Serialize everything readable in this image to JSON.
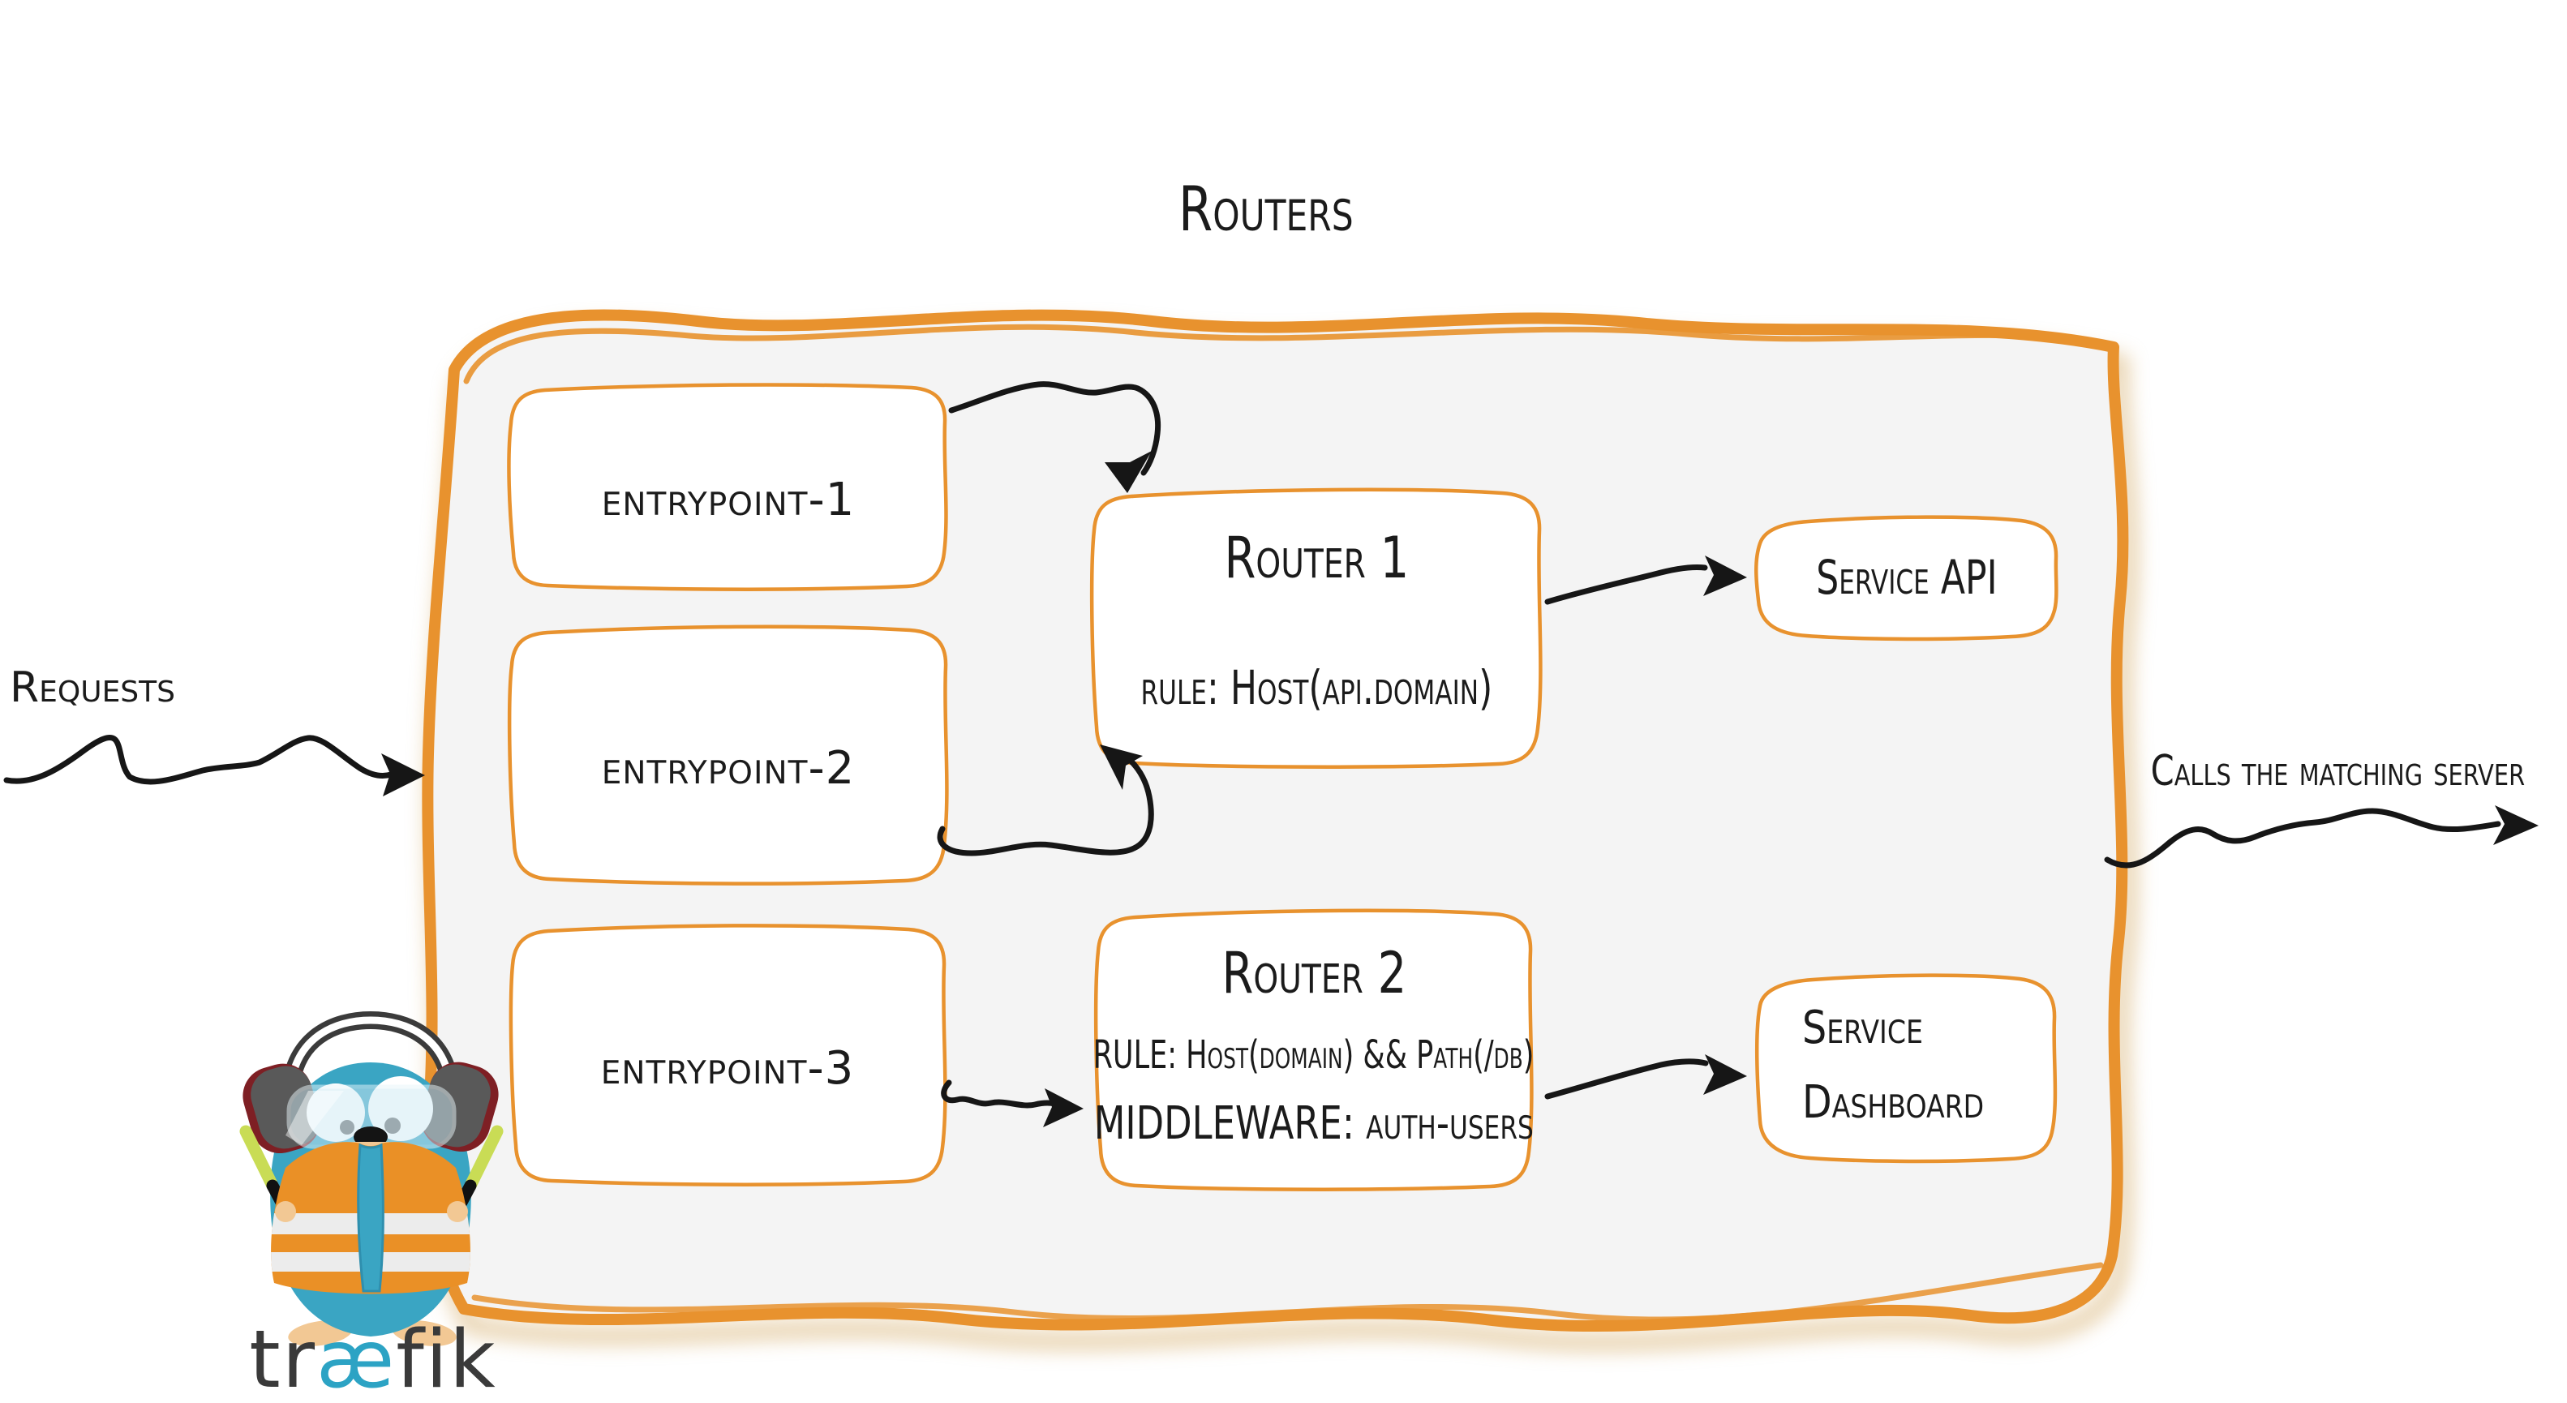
{
  "title": "Routers",
  "annotations": {
    "requests": "Requests",
    "calls": "Calls the matching server"
  },
  "entrypoints": [
    {
      "label": "entrypoint-1"
    },
    {
      "label": "entrypoint-2"
    },
    {
      "label": "entrypoint-3"
    }
  ],
  "routers": [
    {
      "title": "Router 1",
      "rule": "rule: Host(api.domain)"
    },
    {
      "title": "Router 2",
      "rule": "RULE: Host(domain) && Path(/db)",
      "middleware": "MIDDLEWARE: auth-users"
    }
  ],
  "services": [
    {
      "line1": "Service API"
    },
    {
      "line1": "Service",
      "line2": "Dashboard"
    }
  ],
  "brand": {
    "pre": "tr",
    "mid": "æ",
    "post": "fik"
  },
  "colors": {
    "accent": "#E8922E",
    "ink": "#1B1B1B",
    "panel": "#F4F4F4",
    "gopher_teal": "#3AA5C3"
  }
}
